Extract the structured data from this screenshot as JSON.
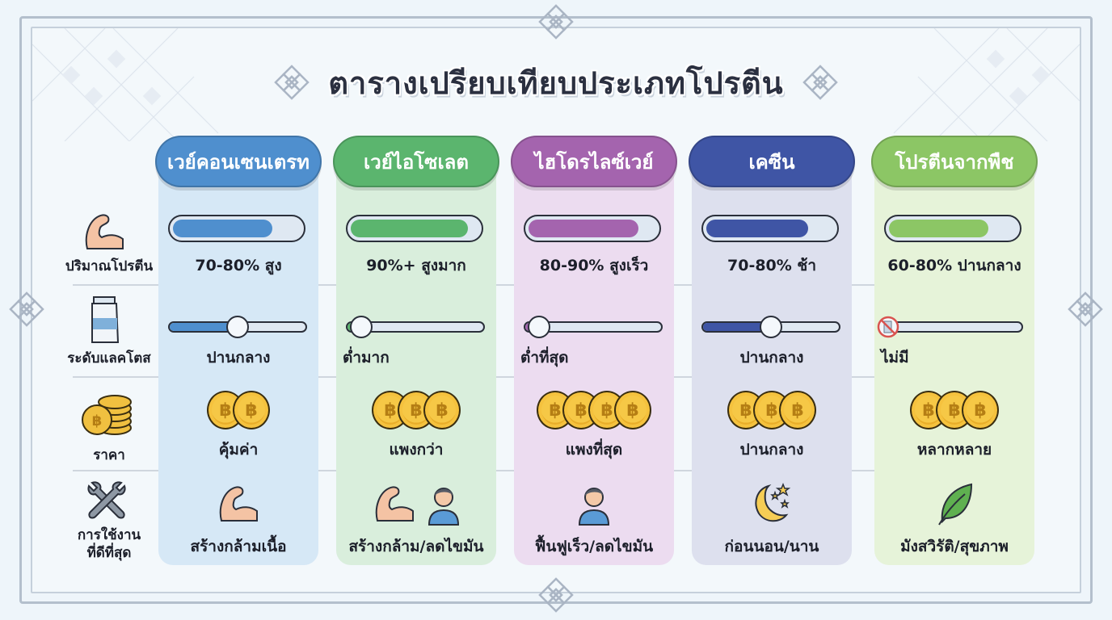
{
  "title": "ตารางเปรียบเทียบประเภทโปรตีน",
  "row_labels": {
    "protein": "ปริมาณโปรตีน",
    "lactose": "ระดับแลคโตส",
    "price": "ราคา",
    "usage_line1": "การใช้งาน",
    "usage_line2": "ที่ดีที่สุด"
  },
  "row_icons": [
    "flexed-arm-icon",
    "milk-carton-icon",
    "coin-stack-icon",
    "wrench-tools-icon"
  ],
  "columns": [
    {
      "name": "เวย์คอนเซนเตรท",
      "color": "#4f8fce",
      "bg": "#d6e8f6",
      "protein_pct": 78,
      "protein_text": "70-80% สูง",
      "lactose_pct": 50,
      "lactose_text": "ปานกลาง",
      "coins": 2,
      "price_text": "คุ้มค่า",
      "usage_icons": [
        "flexed-arm-icon"
      ],
      "usage_text": "สร้างกล้ามเนื้อ"
    },
    {
      "name": "เวย์ไอโซเลต",
      "color": "#5bb56e",
      "bg": "#d9eedc",
      "protein_pct": 92,
      "protein_text": "90%+ สูงมาก",
      "lactose_pct": 10,
      "lactose_text": "ต่ำมาก",
      "coins": 3,
      "price_text": "แพงกว่า",
      "usage_icons": [
        "flexed-arm-icon",
        "person-icon"
      ],
      "usage_text": "สร้างกล้าม/ลดไขมัน"
    },
    {
      "name": "ไฮโดรไลซ์เวย์",
      "color": "#a464ae",
      "bg": "#ecdcf0",
      "protein_pct": 86,
      "protein_text": "80-90% สูงเร็ว",
      "lactose_pct": 5,
      "lactose_text": "ต่ำที่สุด",
      "coins": 4,
      "price_text": "แพงที่สุด",
      "usage_icons": [
        "person-icon"
      ],
      "usage_text": "ฟื้นฟูเร็ว/ลดไขมัน"
    },
    {
      "name": "เคซีน",
      "color": "#3f55a5",
      "bg": "#dde0ee",
      "protein_pct": 80,
      "protein_text": "70-80% ช้า",
      "lactose_pct": 50,
      "lactose_text": "ปานกลาง",
      "coins": 3,
      "price_text": "ปานกลาง",
      "usage_icons": [
        "moon-stars-icon"
      ],
      "usage_text": "ก่อนนอน/นาน"
    },
    {
      "name": "โปรตีนจากพืช",
      "color": "#8cc665",
      "bg": "#e6f3d9",
      "protein_pct": 78,
      "protein_text": "60-80% ปานกลาง",
      "lactose_pct": 0,
      "lactose_text": "ไม่มี",
      "coins": 3,
      "price_text": "หลากหลาย",
      "usage_icons": [
        "leaf-icon"
      ],
      "usage_text": "มังสวิรัติ/สุขภาพ"
    }
  ]
}
